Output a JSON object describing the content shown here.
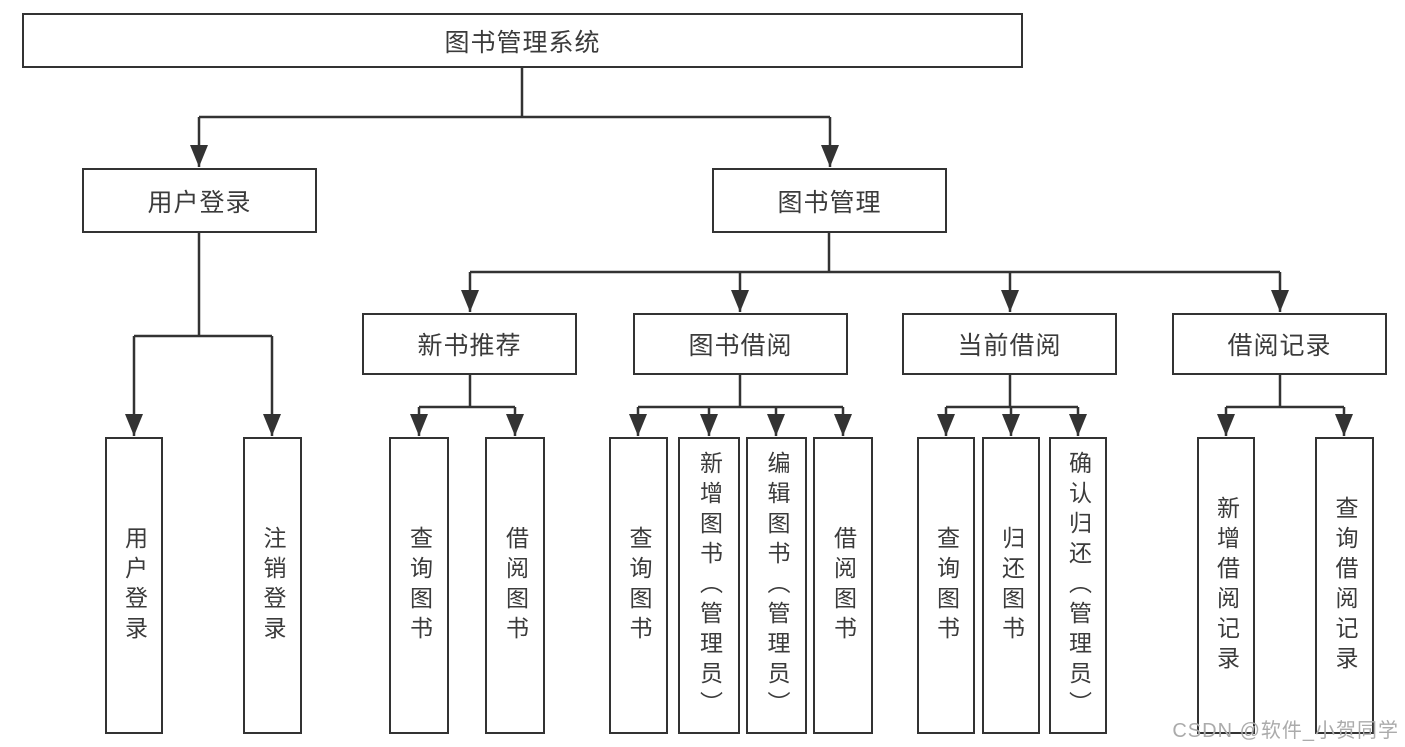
{
  "diagram": {
    "root": {
      "label": "图书管理系统"
    },
    "level2": {
      "user_login": {
        "label": "用户登录"
      },
      "book_management": {
        "label": "图书管理"
      }
    },
    "level3": {
      "new_book_recommend": {
        "label": "新书推荐"
      },
      "book_borrow": {
        "label": "图书借阅"
      },
      "current_borrow": {
        "label": "当前借阅"
      },
      "borrow_records": {
        "label": "借阅记录"
      }
    },
    "leaves": {
      "user_login": {
        "label": "用户登录"
      },
      "logout": {
        "label": "注销登录"
      },
      "rec_query_books": {
        "label": "查询图书"
      },
      "rec_borrow_books": {
        "label": "借阅图书"
      },
      "borrow_query_books": {
        "label": "查询图书"
      },
      "borrow_add_book_admin": {
        "label": "新增图书（管理员）"
      },
      "borrow_edit_book_admin": {
        "label": "编辑图书（管理员）"
      },
      "borrow_borrow_books": {
        "label": "借阅图书"
      },
      "current_query_books": {
        "label": "查询图书"
      },
      "current_return_book": {
        "label": "归还图书"
      },
      "current_confirm_return_admin": {
        "label": "确认归还（管理员）"
      },
      "records_add_record": {
        "label": "新增借阅记录"
      },
      "records_query_record": {
        "label": "查询借阅记录"
      }
    },
    "watermark": "CSDN @软件_小贺同学",
    "colors": {
      "line": "#333333",
      "text": "#3b3b3b",
      "watermark": "#ababab",
      "background": "#ffffff"
    }
  }
}
